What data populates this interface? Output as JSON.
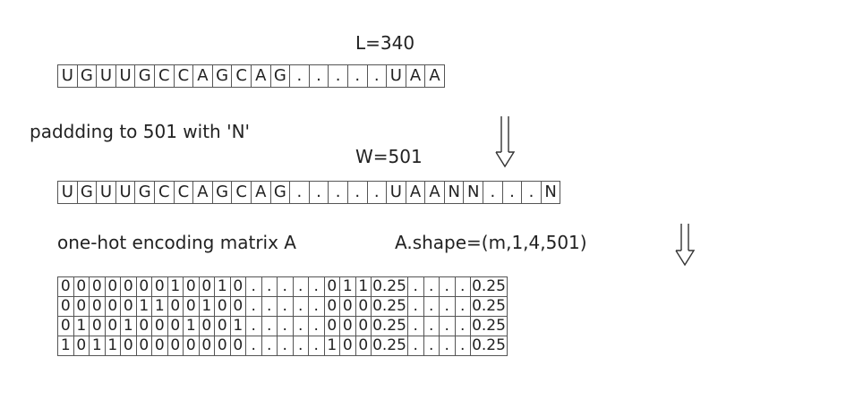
{
  "labels": {
    "length": "L=340",
    "padding": "paddding to 501 with 'N'",
    "width": "W=501",
    "encoding": "one-hot encoding matrix A",
    "shape": "A.shape=(m,1,4,501)"
  },
  "sequence_original": [
    "U",
    "G",
    "U",
    "U",
    "G",
    "C",
    "C",
    "A",
    "G",
    "C",
    "A",
    "G",
    ".",
    ".",
    ".",
    ".",
    ".",
    "U",
    "A",
    "A"
  ],
  "sequence_padded": [
    "U",
    "G",
    "U",
    "U",
    "G",
    "C",
    "C",
    "A",
    "G",
    "C",
    "A",
    "G",
    ".",
    ".",
    ".",
    ".",
    ".",
    "U",
    "A",
    "A",
    "N",
    "N",
    ".",
    ".",
    ".",
    "N"
  ],
  "matrix": [
    [
      "0",
      "0",
      "0",
      "0",
      "0",
      "0",
      "0",
      "1",
      "0",
      "0",
      "1",
      "0",
      ".",
      ".",
      ".",
      ".",
      ".",
      "0",
      "1",
      "1",
      "0.25",
      ".",
      ".",
      ".",
      ".",
      "0.25"
    ],
    [
      "0",
      "0",
      "0",
      "0",
      "0",
      "1",
      "1",
      "0",
      "0",
      "1",
      "0",
      "0",
      ".",
      ".",
      ".",
      ".",
      ".",
      "0",
      "0",
      "0",
      "0.25",
      ".",
      ".",
      ".",
      ".",
      "0.25"
    ],
    [
      "0",
      "1",
      "0",
      "0",
      "1",
      "0",
      "0",
      "0",
      "1",
      "0",
      "0",
      "1",
      ".",
      ".",
      ".",
      ".",
      ".",
      "0",
      "0",
      "0",
      "0.25",
      ".",
      ".",
      ".",
      ".",
      "0.25"
    ],
    [
      "1",
      "0",
      "1",
      "1",
      "0",
      "0",
      "0",
      "0",
      "0",
      "0",
      "0",
      "0",
      ".",
      ".",
      ".",
      ".",
      ".",
      "1",
      "0",
      "0",
      "0.25",
      ".",
      ".",
      ".",
      ".",
      "0.25"
    ]
  ]
}
